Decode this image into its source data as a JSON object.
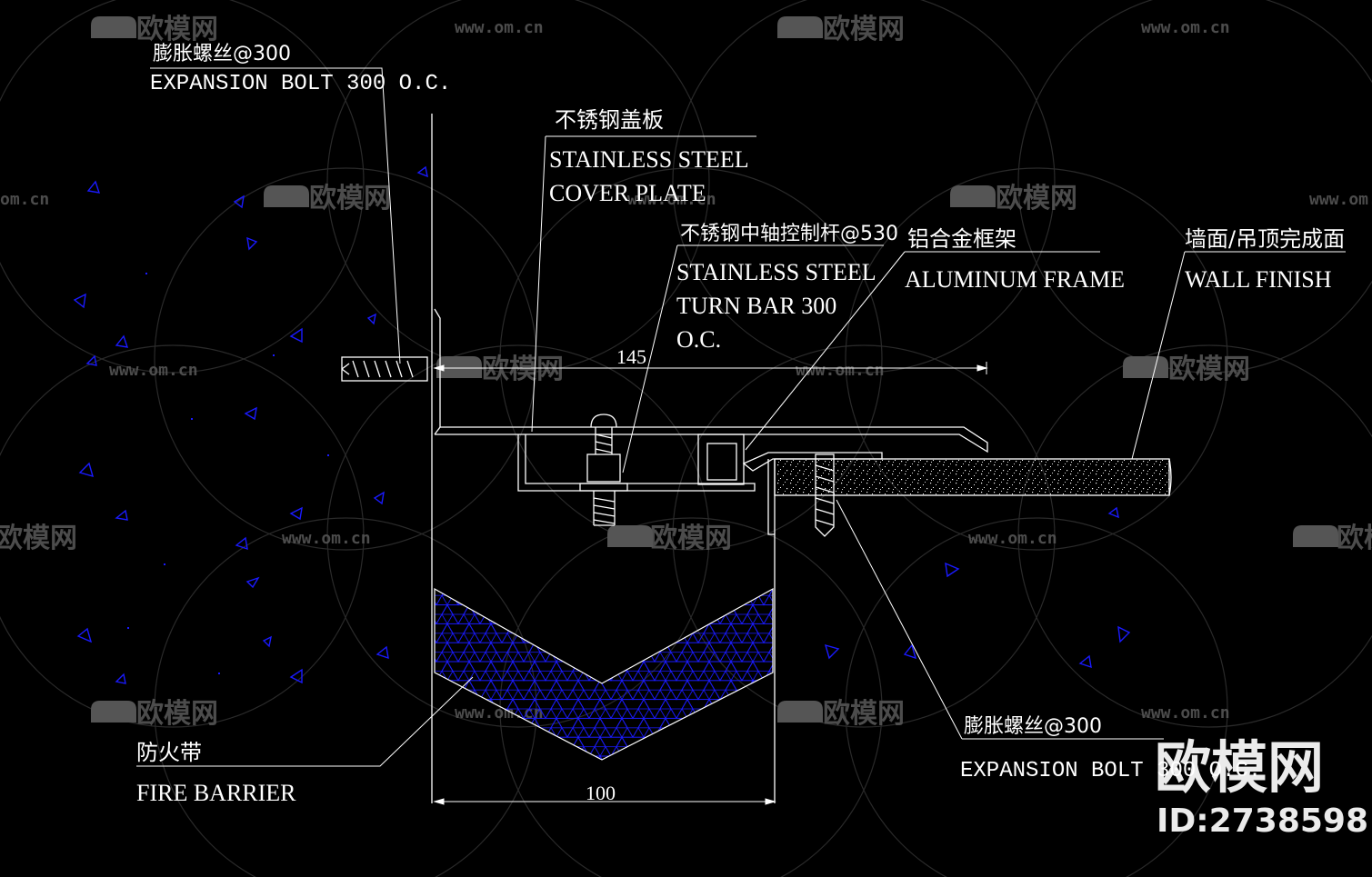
{
  "colors": {
    "background": "#000000",
    "line": "#ffffff",
    "hatch": "#1a1aff",
    "watermark": "#5a5a5a"
  },
  "labels": {
    "expansion_bolt_top_cn": "膨胀螺丝@300",
    "expansion_bolt_top_en": "EXPANSION BOLT 300 O.C.",
    "cover_plate_cn": "不锈钢盖板",
    "cover_plate_en_line1": "STAINLESS STEEL",
    "cover_plate_en_line2": "COVER PLATE",
    "turn_bar_cn": "不锈钢中轴控制杆@530",
    "turn_bar_en_line1": "STAINLESS STEEL",
    "turn_bar_en_line2": "TURN BAR 300",
    "turn_bar_en_line3": "O.C.",
    "aluminum_frame_cn": "铝合金框架",
    "aluminum_frame_en": "ALUMINUM FRAME",
    "wall_finish_cn": "墙面/吊顶完成面",
    "wall_finish_en": "WALL FINISH",
    "fire_barrier_cn": "防火带",
    "fire_barrier_en": "FIRE BARRIER",
    "expansion_bolt_bottom_cn": "膨胀螺丝@300",
    "expansion_bolt_bottom_en": "EXPANSION BOLT 300 O.C."
  },
  "dimensions": {
    "top_width": "145",
    "bottom_width": "100"
  },
  "watermark": {
    "brand": "欧模网",
    "url": "www.om.cn",
    "url_short": "om.cn",
    "id_label": "ID:2738598"
  }
}
